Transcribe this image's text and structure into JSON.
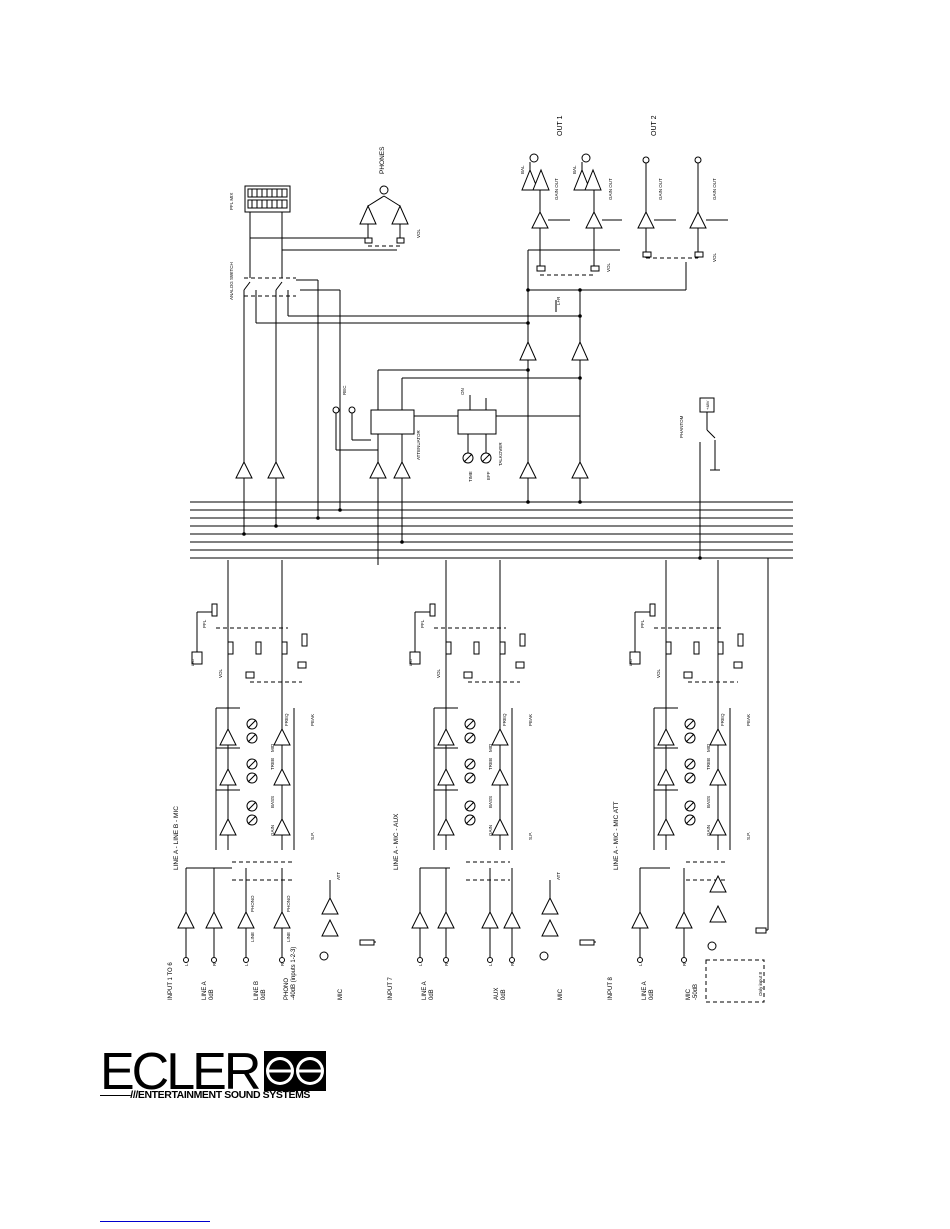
{
  "title_rotated": {
    "out1": "OUT 1",
    "out2": "OUT 2",
    "phones": "PHONES",
    "pfl_mix": "PFL MIX",
    "analog_switch": "ANALOG SWITCH",
    "phantom": "PHANTOM",
    "phantom_voltage": "+48V",
    "attenuator": "ATTENUATOR",
    "talkover": "TALKOVER",
    "time": "TIME",
    "eff": "EFF",
    "on": "ON",
    "rec": "REC",
    "gain_out": "GAIN OUT",
    "vol": "VOL",
    "bal": "BAL",
    "l": "L",
    "r": "R",
    "lr": "L+R"
  },
  "channels": [
    {
      "header": "LINE A - LINE B - MIC",
      "input_title": "INPUT 1 TO 6",
      "inputs": [
        "LINE A 0dB",
        "LINE B 0dB",
        "PHONO -40dB (inputs 1-2-3)",
        "MIC"
      ],
      "controls": [
        "PFL",
        "VOL",
        "FREQ",
        "MID",
        "TREB",
        "BASS",
        "GAIN",
        "PEAK",
        "S.P.",
        "ATT",
        "PHONO",
        "LINE",
        "LED"
      ]
    },
    {
      "header": "LINE A - MIC - AUX",
      "input_title": "INPUT 7",
      "inputs": [
        "LINE A 0dB",
        "AUX 0dB",
        "MIC"
      ],
      "controls": [
        "PFL",
        "VOL",
        "FREQ",
        "MID",
        "TREB",
        "BASS",
        "GAIN",
        "PEAK",
        "S.P.",
        "ATT",
        "LED"
      ]
    },
    {
      "header": "LINE A - MIC - MIC ATT",
      "input_title": "INPUT 8",
      "inputs": [
        "LINE A 0dB",
        "MIC -50dB"
      ],
      "controls": [
        "PFL",
        "VOL",
        "FREQ",
        "MID",
        "TREB",
        "BASS",
        "GAIN",
        "PEAK",
        "S.P.",
        "LED"
      ],
      "extra": "Only input 8"
    }
  ],
  "logo": {
    "word": "ECLER",
    "tagline": "ENTERTAINMENT SOUND SYSTEMS"
  }
}
